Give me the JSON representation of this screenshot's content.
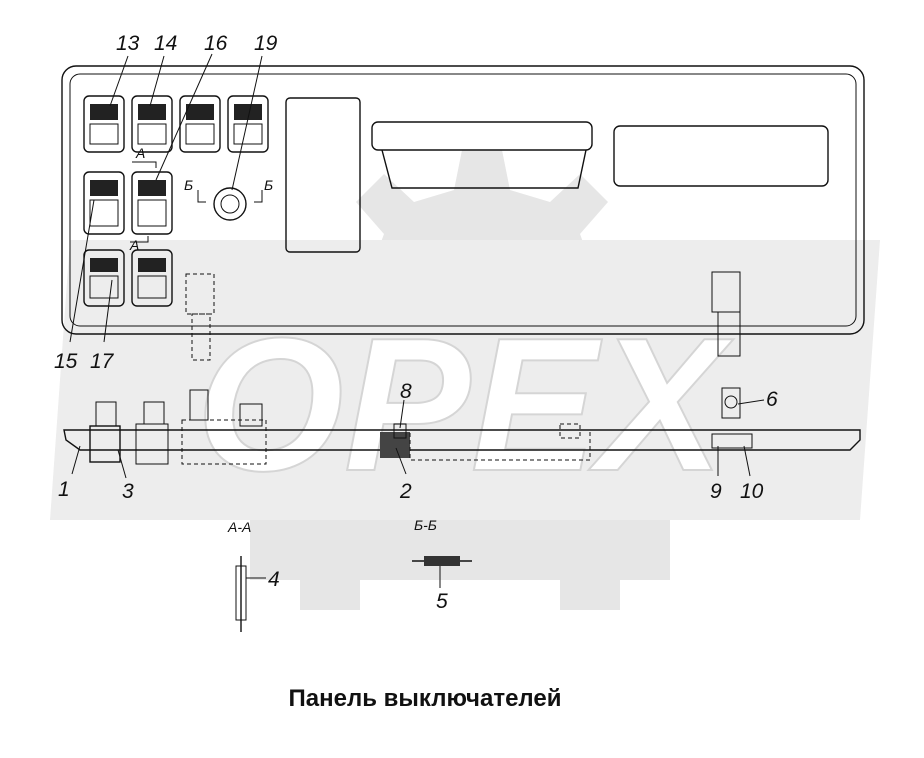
{
  "title": "Панель выключателей",
  "watermark": {
    "text": "OPEX",
    "color": "#e2e2e2"
  },
  "callouts": [
    "1",
    "2",
    "3",
    "4",
    "5",
    "6",
    "8",
    "9",
    "10",
    "13",
    "14",
    "15",
    "16",
    "17",
    "19"
  ],
  "section_marks": {
    "a": "А",
    "b": "Б"
  },
  "section_titles": {
    "aa": "А-А",
    "bb": "Б-Б"
  }
}
